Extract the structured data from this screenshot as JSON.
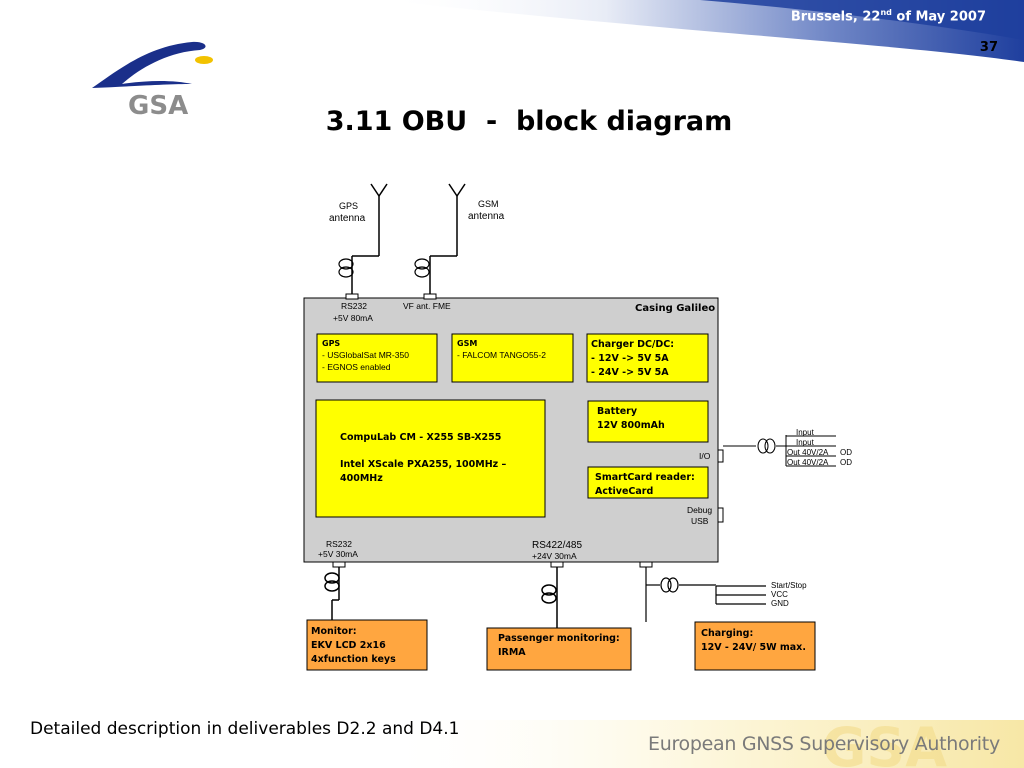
{
  "header": {
    "date_prefix": "Brussels, 22",
    "date_sup": "nd",
    "date_suffix": " of May  2007",
    "page_number": "37",
    "logo_text": "GSA"
  },
  "title": "3.11 OBU  -  block diagram",
  "diagram": {
    "antennas": {
      "gps": [
        "GPS",
        "antenna"
      ],
      "gsm": [
        "GSM",
        "antenna"
      ]
    },
    "casing": {
      "title": "Casing Galileo",
      "rs232_top": [
        "RS232",
        "+5V 80mA"
      ],
      "vf_ant": "VF ant.  FME",
      "io": "I/O",
      "debug": [
        "Debug",
        "USB"
      ],
      "rs232_bottom": [
        "RS232",
        "+5V 30mA"
      ],
      "rs422": [
        "RS422/485",
        "+24V  30mA"
      ]
    },
    "gps_box": [
      "GPS",
      " - USGlobalSat MR-350",
      " - EGNOS enabled"
    ],
    "gsm_box": [
      "GSM",
      " - FALCOM TANGO55-2"
    ],
    "charger_box": [
      "Charger DC/DC:",
      " - 12V  -> 5V 5A",
      " - 24V  -> 5V 5A"
    ],
    "cpu_box": [
      "CompuLab CM - X255  SB-X255",
      "Intel XScale PXA255, 100MHz –",
      "400MHz"
    ],
    "battery_box": [
      "Battery",
      "12V    800mAh"
    ],
    "smartcard_box": [
      "SmartCard reader:",
      "ActiveCard"
    ],
    "io_lines": [
      "Input",
      "Input",
      "Out 40V/2A",
      "Out 40V/2A"
    ],
    "io_od": [
      "OD",
      "OD"
    ],
    "power_lines": [
      "Start/Stop",
      "VCC",
      "GND"
    ],
    "monitor_box": [
      "Monitor:",
      "EKV LCD 2x16",
      "4xfunction keys"
    ],
    "passenger_box": [
      "Passenger monitoring:",
      "IRMA"
    ],
    "charging_box": [
      "Charging:",
      "12V - 24V/ 5W max."
    ]
  },
  "footer": {
    "description": "Detailed description in deliverables D2.2 and D4.1",
    "organization": "European GNSS Supervisory Authority"
  },
  "colors": {
    "header_blue": "#1f3f9e",
    "casing_gray": "#cfcfcf",
    "yellow": "#ffff00",
    "orange": "#ffa640"
  }
}
